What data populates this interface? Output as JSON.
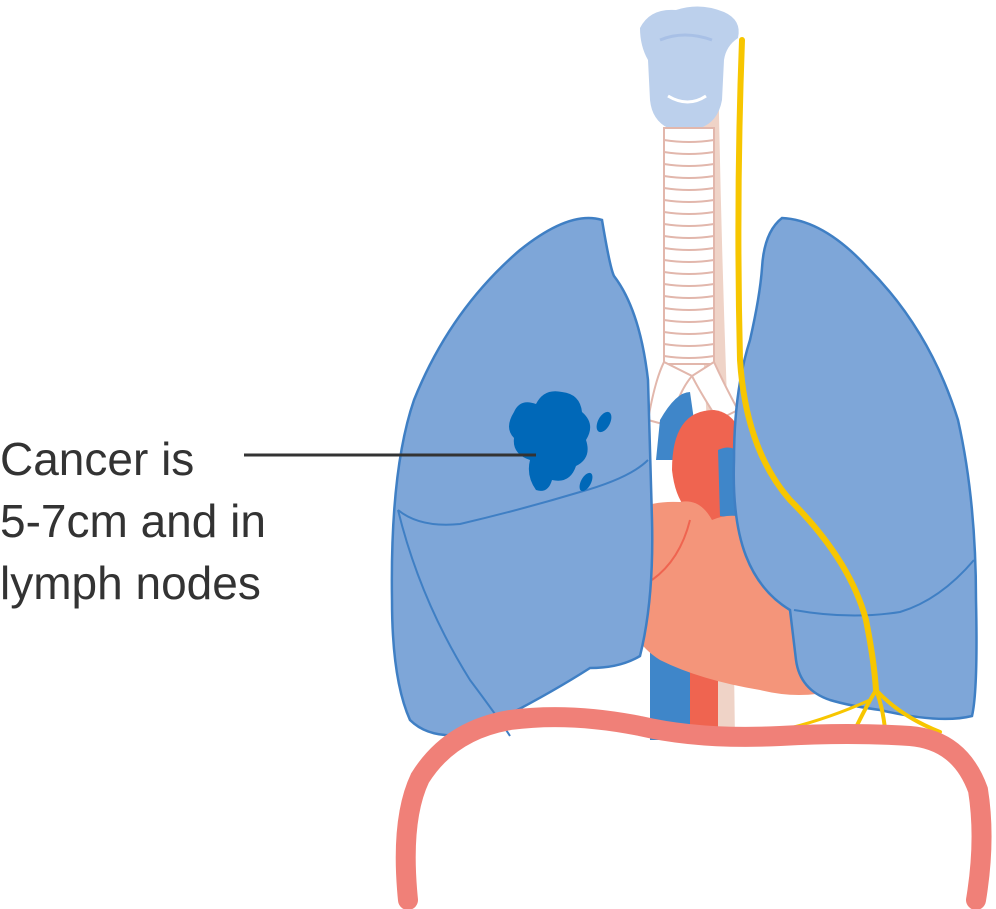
{
  "annotation": {
    "lines": [
      "Cancer is",
      "5-7cm and in",
      "lymph nodes"
    ]
  },
  "colors": {
    "lung_fill": "#7ea6d8",
    "lung_stroke": "#3f7fc4",
    "tumour": "#0068b8",
    "trachea_cartilage": "#ffffff",
    "trachea_stroke": "#e2b7ac",
    "larynx": "#bcd0ec",
    "oesophagus": "#efd3c7",
    "heart": "#f4957a",
    "aorta": "#ef6450",
    "vein": "#3f86c9",
    "nerve": "#f7c600",
    "diaphragm": "#f08078",
    "leader_line": "#333333"
  }
}
